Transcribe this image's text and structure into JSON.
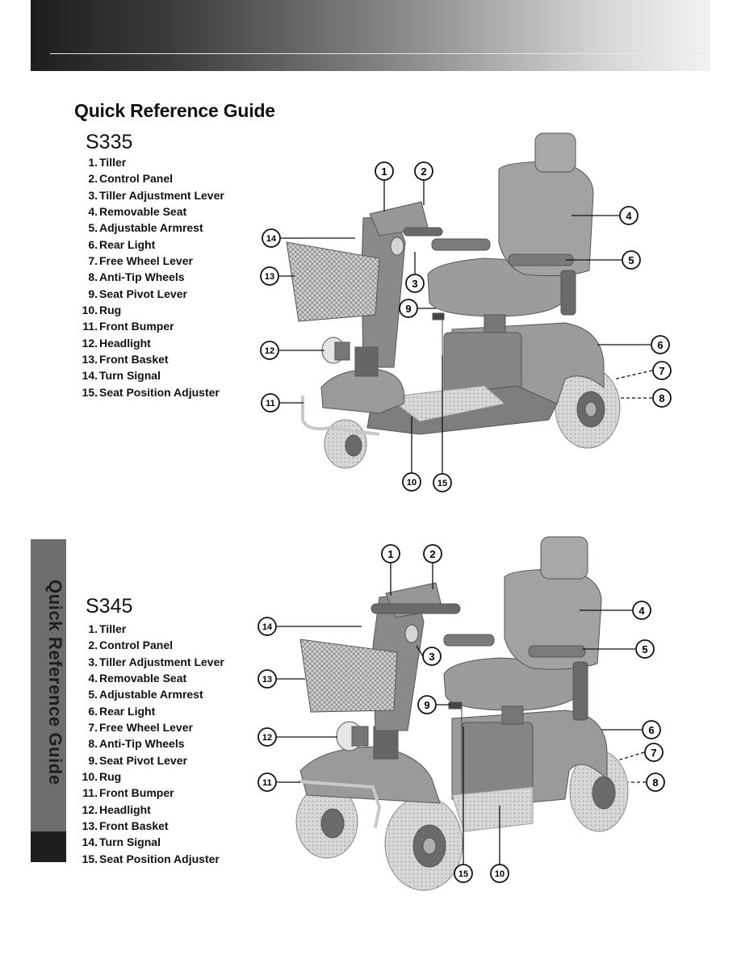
{
  "page": {
    "title": "Quick Reference Guide",
    "side_tab_label": "Quick Reference Guide"
  },
  "models": [
    {
      "name": "S335",
      "parts": [
        {
          "num": "1.",
          "label": "Tiller"
        },
        {
          "num": "2.",
          "label": "Control Panel"
        },
        {
          "num": "3.",
          "label": "Tiller Adjustment Lever"
        },
        {
          "num": "4.",
          "label": "Removable Seat"
        },
        {
          "num": "5.",
          "label": "Adjustable Armrest"
        },
        {
          "num": "6.",
          "label": "Rear Light"
        },
        {
          "num": "7.",
          "label": "Free Wheel Lever"
        },
        {
          "num": "8.",
          "label": "Anti-Tip Wheels"
        },
        {
          "num": "9.",
          "label": "Seat Pivot Lever"
        },
        {
          "num": "10.",
          "label": "Rug"
        },
        {
          "num": "11.",
          "label": "Front Bumper"
        },
        {
          "num": "12.",
          "label": "Headlight"
        },
        {
          "num": "13.",
          "label": "Front Basket"
        },
        {
          "num": "14.",
          "label": "Turn Signal"
        },
        {
          "num": "15.",
          "label": "Seat Position Adjuster"
        }
      ],
      "callouts": [
        "1",
        "2",
        "3",
        "4",
        "5",
        "6",
        "7",
        "8",
        "9",
        "10",
        "11",
        "12",
        "13",
        "14",
        "15"
      ]
    },
    {
      "name": "S345",
      "parts": [
        {
          "num": "1.",
          "label": "Tiller"
        },
        {
          "num": "2.",
          "label": "Control Panel"
        },
        {
          "num": "3.",
          "label": "Tiller Adjustment Lever"
        },
        {
          "num": "4.",
          "label": "Removable Seat"
        },
        {
          "num": "5.",
          "label": "Adjustable Armrest"
        },
        {
          "num": "6.",
          "label": "Rear Light"
        },
        {
          "num": "7.",
          "label": "Free Wheel Lever"
        },
        {
          "num": "8.",
          "label": "Anti-Tip Wheels"
        },
        {
          "num": "9.",
          "label": "Seat Pivot Lever"
        },
        {
          "num": "10.",
          "label": "Rug"
        },
        {
          "num": "11.",
          "label": "Front Bumper"
        },
        {
          "num": "12.",
          "label": "Headlight"
        },
        {
          "num": "13.",
          "label": "Front Basket"
        },
        {
          "num": "14.",
          "label": "Turn Signal"
        },
        {
          "num": "15.",
          "label": "Seat Position Adjuster"
        }
      ],
      "callouts": [
        "1",
        "2",
        "3",
        "4",
        "5",
        "6",
        "7",
        "8",
        "9",
        "10",
        "11",
        "12",
        "13",
        "14",
        "15"
      ]
    }
  ]
}
